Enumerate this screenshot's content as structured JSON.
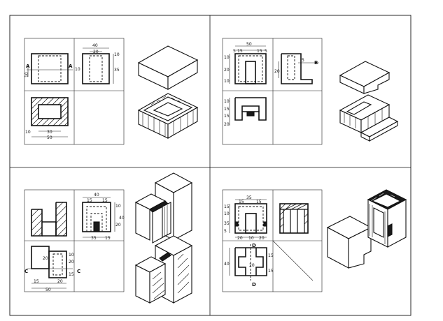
{
  "labels": {
    "p1_top_w": "40",
    "p1_top_w2": "20",
    "p1_top_left": "10",
    "p1_top_h": "35",
    "p1_side_h": "10",
    "p1_front_h": "10",
    "p1_bot_w1": "30",
    "p1_bot_w2": "50",
    "p1_bot_left": "10",
    "p1_sec_a1": "A",
    "p1_sec_a2": "A",
    "p2_top_w": "50",
    "p2_top_15a": "15",
    "p2_top_15b": "15",
    "p2_top_5a": "5",
    "p2_top_5b": "5",
    "p2_left_10a": "10",
    "p2_left_20": "20",
    "p2_left_10b": "10",
    "p2_side_20": "20",
    "p2_side_5": "5",
    "p2_front_10": "10",
    "p2_front_15a": "15",
    "p2_front_15b": "15",
    "p2_front_20": "20",
    "p2_sec_b": "B",
    "p3_top_40": "40",
    "p3_top_15a": "15",
    "p3_top_15b": "15",
    "p3_right_10": "10",
    "p3_right_20": "20",
    "p3_right_40": "40",
    "p3_bot_35": "35",
    "p3_bot_15": "15",
    "p3_front_10": "10",
    "p3_front_15": "15",
    "p3_front_20a": "20",
    "p3_front_20b": "20",
    "p3_front_15b": "15",
    "p3_front_20c": "20",
    "p3_front_50": "50",
    "p3_sec_c1": "C",
    "p3_sec_c2": "C",
    "p4_top_35": "35",
    "p4_top_15a": "15",
    "p4_top_15b": "15",
    "p4_left_15": "15",
    "p4_left_10": "10",
    "p4_left_35": "35",
    "p4_left_5": "5",
    "p4_bot_20a": "20",
    "p4_bot_10": "10",
    "p4_bot_20b": "20",
    "p4_front_40": "40",
    "p4_front_15a": "15",
    "p4_front_15b": "15",
    "p4_sec_d1": "D",
    "p4_sec_d2": "D",
    "p4_front_20": "20"
  }
}
